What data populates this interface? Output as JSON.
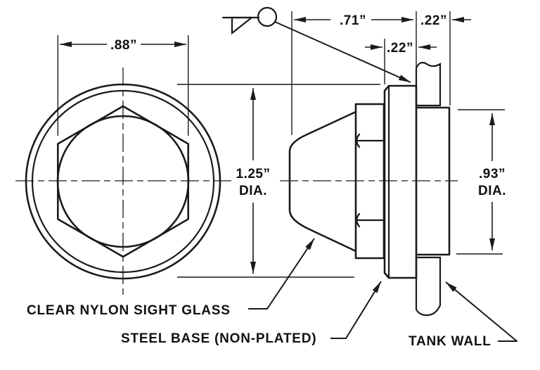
{
  "drawing": {
    "type": "dimensional engineering drawing",
    "subject": "clear nylon sight glass mounted in tank wall",
    "ink_color": "#1a1a1a",
    "paper_color": "#ffffff"
  },
  "labels": {
    "sight_glass": "CLEAR NYLON SIGHT GLASS",
    "steel_base": "STEEL BASE (NON-PLATED)",
    "tank_wall": "TANK WALL"
  },
  "dimensions": {
    "hex_width": ".88”",
    "overall_length": ".71”",
    "wall_offset": ".22”",
    "flange_thickness": ".22”",
    "flange_dia_value": "1.25”",
    "flange_dia_unit": "DIA.",
    "base_dia_value": ".93”",
    "base_dia_unit": "DIA."
  },
  "symbols": {
    "weld": "fillet weld, weld-all-around"
  }
}
